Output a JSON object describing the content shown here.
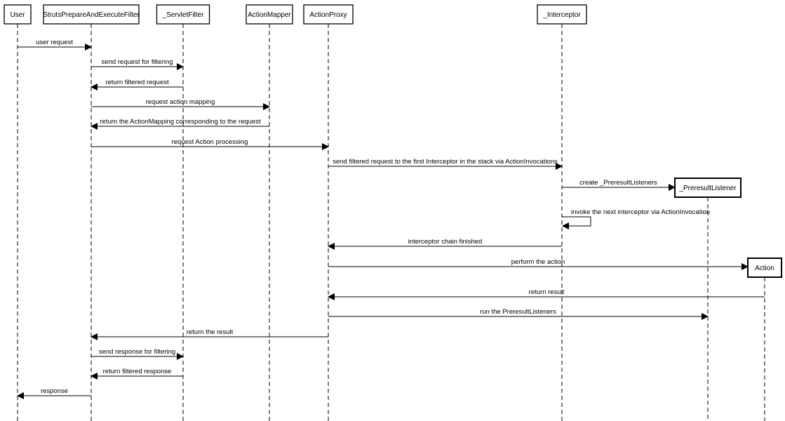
{
  "participants": [
    {
      "id": "user",
      "label": "User"
    },
    {
      "id": "spaef",
      "label": "StrutsPrepareAndExecuteFilter"
    },
    {
      "id": "servlet",
      "label": "_ServletFilter"
    },
    {
      "id": "mapper",
      "label": "ActionMapper"
    },
    {
      "id": "proxy",
      "label": "ActionProxy"
    },
    {
      "id": "interceptor",
      "label": "_Interceptor"
    },
    {
      "id": "listener",
      "label": "_PreresultListener",
      "created": true
    },
    {
      "id": "action",
      "label": "Action",
      "created": true
    }
  ],
  "messages": [
    {
      "from": "user",
      "to": "spaef",
      "label": "user request"
    },
    {
      "from": "spaef",
      "to": "servlet",
      "label": "send request for filtering"
    },
    {
      "from": "servlet",
      "to": "spaef",
      "label": "return filtered request"
    },
    {
      "from": "spaef",
      "to": "mapper",
      "label": "request action mapping"
    },
    {
      "from": "mapper",
      "to": "spaef",
      "label": "return the ActionMapping corresponding to the request"
    },
    {
      "from": "spaef",
      "to": "proxy",
      "label": "request Action processing"
    },
    {
      "from": "proxy",
      "to": "interceptor",
      "label": "send filtered request to the first Interceptor in the stack via ActionInvocations"
    },
    {
      "from": "interceptor",
      "to": "listener",
      "label": "create _PreresultListeners",
      "create": true
    },
    {
      "from": "interceptor",
      "to": "interceptor",
      "label": "invoke the next interceptor via ActionInvocation",
      "self": true
    },
    {
      "from": "interceptor",
      "to": "proxy",
      "label": "interceptor chain finished"
    },
    {
      "from": "proxy",
      "to": "action",
      "label": "perform the action",
      "create": true
    },
    {
      "from": "action",
      "to": "proxy",
      "label": "return result"
    },
    {
      "from": "proxy",
      "to": "listener",
      "label": "run the PreresultListeners"
    },
    {
      "from": "proxy",
      "to": "spaef",
      "label": "return the result"
    },
    {
      "from": "spaef",
      "to": "servlet",
      "label": "send response for filtering"
    },
    {
      "from": "servlet",
      "to": "spaef",
      "label": "return filtered response"
    },
    {
      "from": "spaef",
      "to": "user",
      "label": "response"
    }
  ]
}
